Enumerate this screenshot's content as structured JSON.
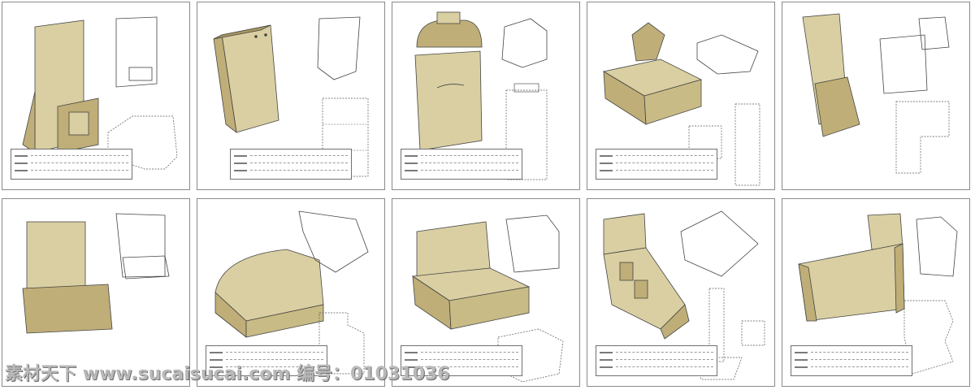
{
  "colors": {
    "cardboard_face": "#d9cfa2",
    "cardboard_side": "#bfae77",
    "cardboard_dark": "#a89760",
    "line": "#444444",
    "frame": "#8a8a8a"
  },
  "panels": [
    {
      "id": "panel-1",
      "subject": "counter-display-stand"
    },
    {
      "id": "panel-2",
      "subject": "paper-carrier-bag"
    },
    {
      "id": "panel-3",
      "subject": "lid-pocket-folder-box"
    },
    {
      "id": "panel-4",
      "subject": "tray-box-with-pop-up-header"
    },
    {
      "id": "panel-5",
      "subject": "easel-back-pocket-display"
    },
    {
      "id": "panel-6",
      "subject": "brochure-tray-display"
    },
    {
      "id": "panel-7",
      "subject": "scoop-front-tray"
    },
    {
      "id": "panel-8",
      "subject": "shelf-ready-tray-with-header"
    },
    {
      "id": "panel-9",
      "subject": "tiered-compartment-display"
    },
    {
      "id": "panel-10",
      "subject": "u-shaped-open-display"
    }
  ],
  "watermark": {
    "text": "素材天下 www.sucaisucai.com   编号：01031036"
  }
}
